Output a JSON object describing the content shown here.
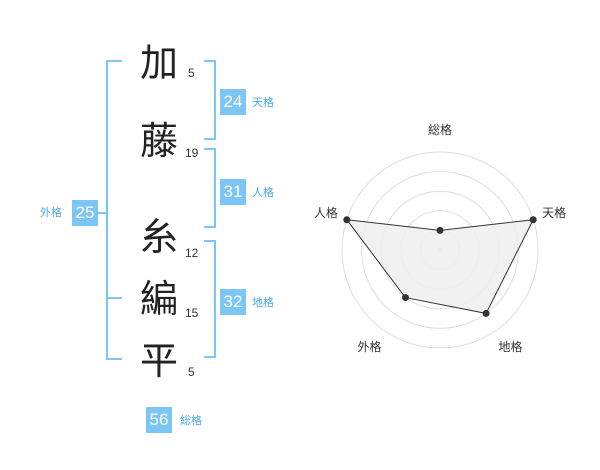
{
  "name": {
    "characters": [
      {
        "char": "加",
        "strokes": "5"
      },
      {
        "char": "藤",
        "strokes": "19"
      },
      {
        "char": "糸",
        "strokes": "12"
      },
      {
        "char": "編",
        "strokes": "15"
      },
      {
        "char": "平",
        "strokes": "5"
      }
    ]
  },
  "kakusu": {
    "tenkaku": {
      "label": "天格",
      "value": "24"
    },
    "jinkaku": {
      "label": "人格",
      "value": "31"
    },
    "chikaku": {
      "label": "地格",
      "value": "32"
    },
    "gaikaku": {
      "label": "外格",
      "value": "25"
    },
    "soukaku": {
      "label": "総格",
      "value": "56"
    }
  },
  "chart_data": {
    "type": "radar",
    "axes": [
      "総格",
      "天格",
      "地格",
      "外格",
      "人格"
    ],
    "values": [
      1,
      5,
      4,
      3,
      5
    ],
    "max": 5,
    "rings": 5,
    "colors": {
      "fill": "#efefef",
      "stroke": "#333333",
      "grid": "#dddddd",
      "point": "#333333"
    }
  },
  "colors": {
    "accent": "#7cc6f6",
    "accent_text": "#4aa9e8"
  }
}
